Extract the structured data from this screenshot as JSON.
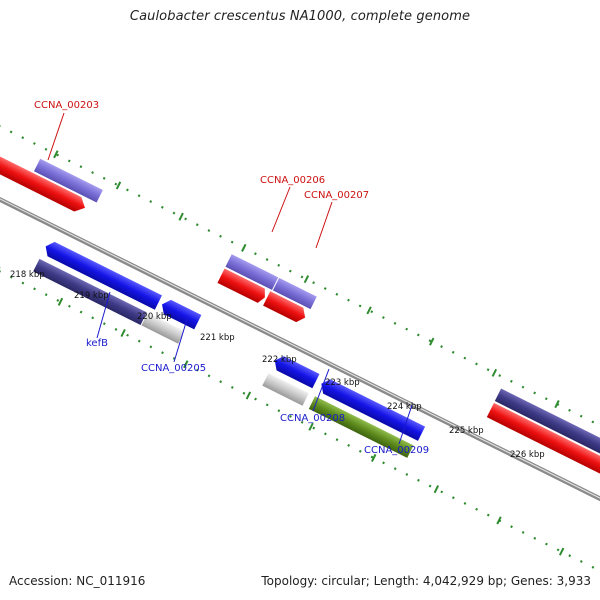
{
  "title": "Caulobacter crescentus NA1000, complete genome",
  "footer": {
    "accession": "Accession: NC_011916",
    "summary": "Topology: circular; Length: 4,042,929 bp; Genes: 3,933"
  },
  "colors": {
    "backbone": "#8a8a8a",
    "tick_marks": "#2e8b2e",
    "label_forward": "#cc1111",
    "label_reverse": "#1a1acc",
    "gene_lavender": "#7a6fd6",
    "gene_red": "#ee1111",
    "gene_blue": "#1414e6",
    "gene_navy": "#3e3a86",
    "gene_gray": "#c8c8c8",
    "gene_olive": "#5f8c1e"
  },
  "ruler": {
    "unit": "kbp",
    "labels": [
      "218 kbp",
      "219 kbp",
      "220 kbp",
      "221 kbp",
      "222 kbp",
      "223 kbp",
      "224 kbp",
      "225 kbp",
      "226 kbp"
    ]
  },
  "gene_labels": [
    {
      "name": "CCNA_00203",
      "strand": "forward"
    },
    {
      "name": "CCNA_00206",
      "strand": "forward"
    },
    {
      "name": "CCNA_00207",
      "strand": "forward"
    },
    {
      "name": "kefB",
      "strand": "reverse"
    },
    {
      "name": "CCNA_00205",
      "strand": "reverse"
    },
    {
      "name": "CCNA_00208",
      "strand": "reverse"
    },
    {
      "name": "CCNA_00209",
      "strand": "reverse"
    }
  ]
}
